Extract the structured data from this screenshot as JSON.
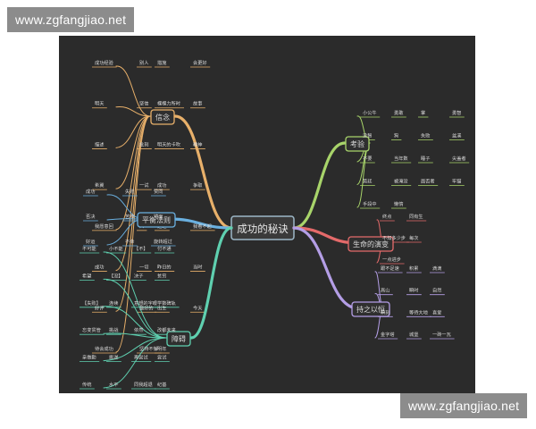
{
  "watermark": {
    "top": "www.zgfangjiao.net",
    "bottom": "www.zgfangjiao.net"
  },
  "colors": {
    "background": "#2b2b2b",
    "root_fill": "#3a3a3a",
    "root_stroke": "#9db8c8",
    "xinnian": "#e8b06a",
    "kaoyan": "#a8d46a",
    "pingheng": "#6ab0e0",
    "shengming": "#e46a6a",
    "chizhi": "#b49ee6",
    "zhanglai": "#5fd0b0",
    "text": "#dcdcdc"
  },
  "mindmap": {
    "root": "成功的秘诀",
    "branches": [
      {
        "id": "xinnian",
        "label": "信念",
        "color_key": "xinnian",
        "items": [
          "成功经验",
          "别人",
          "措施",
          "会更好",
          "明天",
          "坚信",
          "棵棵力所时",
          "故事",
          "描述",
          "批刻",
          "明天的卡吹",
          "精神",
          "希冀",
          "一试",
          "成功",
          "争取",
          "我愿意回",
          "人",
          "超过",
          "我看不起",
          "成功",
          "一切",
          "昨日的",
          "当时",
          "好评",
          "最好的",
          "出生",
          "今天",
          "待会成功",
          "坚持不懈",
          "明年"
        ]
      },
      {
        "id": "pingheng",
        "label": "平衡法则",
        "color_key": "pingheng",
        "items": [
          "成功",
          "失败",
          "赞同",
          "否决",
          "苦难",
          "镜面",
          "好运",
          "不幸",
          "旋转超过"
        ]
      },
      {
        "id": "zhanglai",
        "label": "障碍",
        "color_key": "zhanglai",
        "items": [
          "不可能",
          "小不能",
          "【不】",
          "付不通",
          "希望",
          "【没】",
          "决子",
          "贫穷",
          "【失败】",
          "连续",
          "意想的字眼",
          "学数碑轨",
          "忘变贯管",
          "挑战",
          "依然",
          "改都未来",
          "亲做勤",
          "挑逆",
          "再尝试",
          "尝试",
          "传统",
          "水平",
          "同我超退",
          "纪基"
        ]
      },
      {
        "id": "kaoyan",
        "label": "考验",
        "color_key": "kaoyan",
        "items": [
          "小公牛",
          "勇敢",
          "掌",
          "勇智",
          "没智",
          "狗",
          "失败",
          "盆溪",
          "不要",
          "当年数",
          "睡子",
          "尖盖者",
          "英廷",
          "被淹没",
          "面否者",
          "牢猫",
          "手段中",
          "懒惰"
        ]
      },
      {
        "id": "shengming",
        "label": "生命的演变",
        "color_key": "shengming",
        "items": [
          "终点",
          "同有生",
          "不知多少步",
          "每次",
          "一点进步"
        ]
      },
      {
        "id": "chizhi",
        "label": "持之以恒",
        "color_key": "chizhi",
        "items": [
          "跟不足速",
          "积累",
          "滴滴",
          "高山",
          "瞬时",
          "自然",
          "瞬刻",
          "等待大地",
          "喜爱",
          "金字塔",
          "城堡",
          "一砖一瓦"
        ]
      }
    ]
  }
}
